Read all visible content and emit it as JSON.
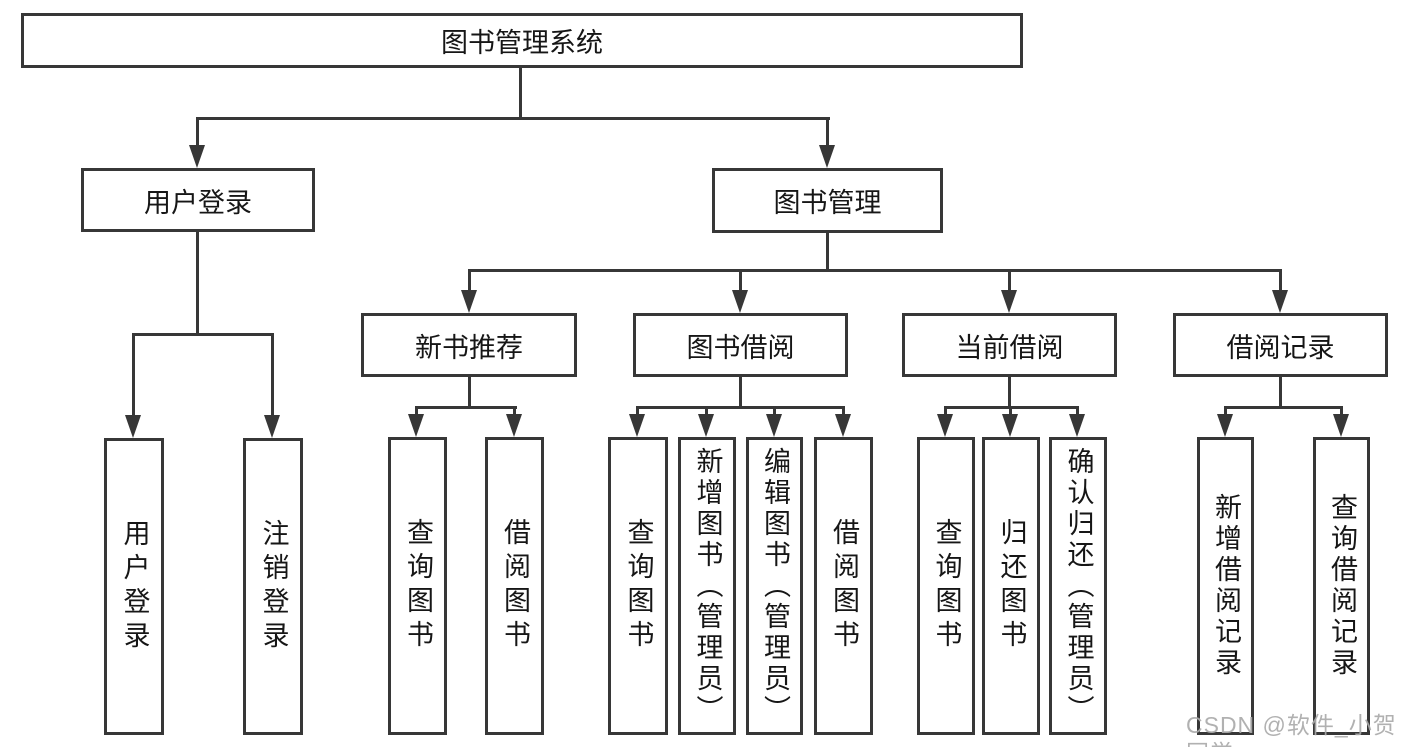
{
  "root": {
    "label": "图书管理系统"
  },
  "branches": [
    {
      "label": "用户登录",
      "children": [
        {
          "label": "用户登录"
        },
        {
          "label": "注销登录"
        }
      ]
    },
    {
      "label": "图书管理",
      "groups": [
        {
          "label": "新书推荐",
          "children": [
            {
              "label": "查询图书"
            },
            {
              "label": "借阅图书"
            }
          ]
        },
        {
          "label": "图书借阅",
          "children": [
            {
              "label": "查询图书"
            },
            {
              "label": "新增图书（管理员）"
            },
            {
              "label": "编辑图书（管理员）"
            },
            {
              "label": "借阅图书"
            }
          ]
        },
        {
          "label": "当前借阅",
          "children": [
            {
              "label": "查询图书"
            },
            {
              "label": "归还图书"
            },
            {
              "label": "确认归还（管理员）"
            }
          ]
        },
        {
          "label": "借阅记录",
          "children": [
            {
              "label": "新增借阅记录"
            },
            {
              "label": "查询借阅记录"
            }
          ]
        }
      ]
    }
  ],
  "watermark": "CSDN @软件_小贺同学",
  "colors": {
    "line": "#373737",
    "text": "#161616",
    "box_fill": "#ffffff",
    "watermark": "#aaaaaa"
  }
}
